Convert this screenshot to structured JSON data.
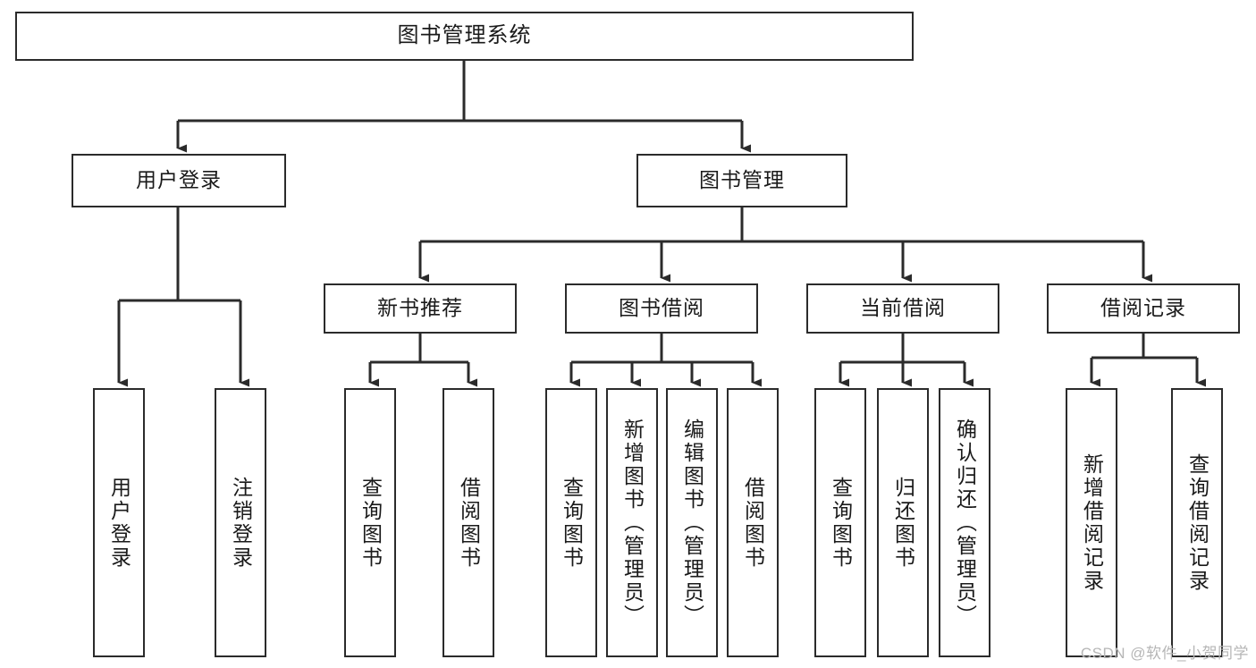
{
  "diagram": {
    "title": "图书管理系统",
    "type": "tree",
    "watermark": "CSDN @软件_小贺同学",
    "colors": {
      "border": "#2b2b2b",
      "fill": "#ffffff",
      "edge": "#2b2b2b",
      "text": "#1a1a1a",
      "watermark": "#b6b6b6"
    },
    "nodes": {
      "root": {
        "label": "图书管理系统"
      },
      "level2": [
        {
          "label": "用户登录"
        },
        {
          "label": "图书管理"
        }
      ],
      "level3": [
        {
          "label": "新书推荐"
        },
        {
          "label": "图书借阅"
        },
        {
          "label": "当前借阅"
        },
        {
          "label": "借阅记录"
        }
      ],
      "leaves": {
        "user_login": [
          {
            "label": "用户登录"
          },
          {
            "label": "注销登录"
          }
        ],
        "new_book": [
          {
            "label": "查询图书"
          },
          {
            "label": "借阅图书"
          }
        ],
        "borrow": [
          {
            "label": "查询图书"
          },
          {
            "label": "新增图书（管理员）"
          },
          {
            "label": "编辑图书（管理员）"
          },
          {
            "label": "借阅图书"
          }
        ],
        "current": [
          {
            "label": "查询图书"
          },
          {
            "label": "归还图书"
          },
          {
            "label": "确认归还（管理员）"
          }
        ],
        "records": [
          {
            "label": "新增借阅记录"
          },
          {
            "label": "查询借阅记录"
          }
        ]
      }
    }
  }
}
